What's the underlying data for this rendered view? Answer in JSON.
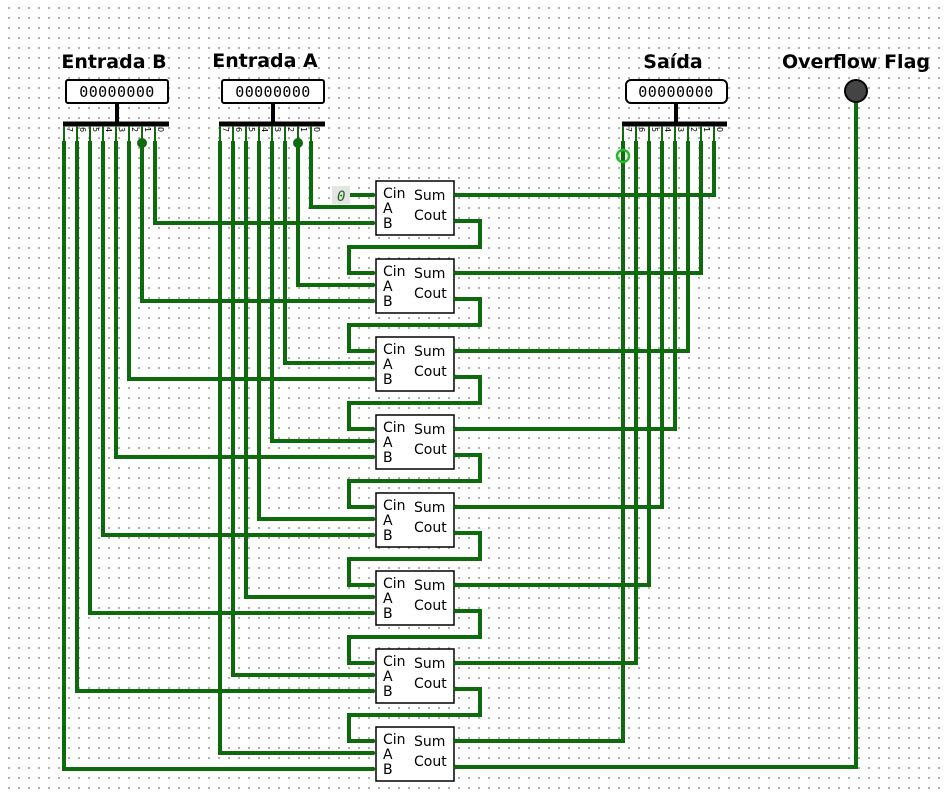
{
  "colors": {
    "wire": "#0d6b0d",
    "wire_highlight": "#22bb22",
    "background": "#ffffff",
    "component": "#000000",
    "led_off": "#444444"
  },
  "inputs": {
    "b": {
      "label": "Entrada B",
      "value": "00000000",
      "bits": [
        "7",
        "6",
        "5",
        "4",
        "3",
        "2",
        "1",
        "0"
      ]
    },
    "a": {
      "label": "Entrada A",
      "value": "00000000",
      "bits": [
        "7",
        "6",
        "5",
        "4",
        "3",
        "2",
        "1",
        "0"
      ]
    }
  },
  "output": {
    "label": "Saída",
    "value": "00000000",
    "bits": [
      "7",
      "6",
      "5",
      "4",
      "3",
      "2",
      "1",
      "0"
    ]
  },
  "overflow": {
    "label": "Overflow Flag"
  },
  "constant": {
    "value": "0"
  },
  "adders": [
    {
      "ports": {
        "cin": "Cin",
        "a": "A",
        "b": "B",
        "sum": "Sum",
        "cout": "Cout"
      }
    },
    {
      "ports": {
        "cin": "Cin",
        "a": "A",
        "b": "B",
        "sum": "Sum",
        "cout": "Cout"
      }
    },
    {
      "ports": {
        "cin": "Cin",
        "a": "A",
        "b": "B",
        "sum": "Sum",
        "cout": "Cout"
      }
    },
    {
      "ports": {
        "cin": "Cin",
        "a": "A",
        "b": "B",
        "sum": "Sum",
        "cout": "Cout"
      }
    },
    {
      "ports": {
        "cin": "Cin",
        "a": "A",
        "b": "B",
        "sum": "Sum",
        "cout": "Cout"
      }
    },
    {
      "ports": {
        "cin": "Cin",
        "a": "A",
        "b": "B",
        "sum": "Sum",
        "cout": "Cout"
      }
    },
    {
      "ports": {
        "cin": "Cin",
        "a": "A",
        "b": "B",
        "sum": "Sum",
        "cout": "Cout"
      }
    },
    {
      "ports": {
        "cin": "Cin",
        "a": "A",
        "b": "B",
        "sum": "Sum",
        "cout": "Cout"
      }
    }
  ]
}
